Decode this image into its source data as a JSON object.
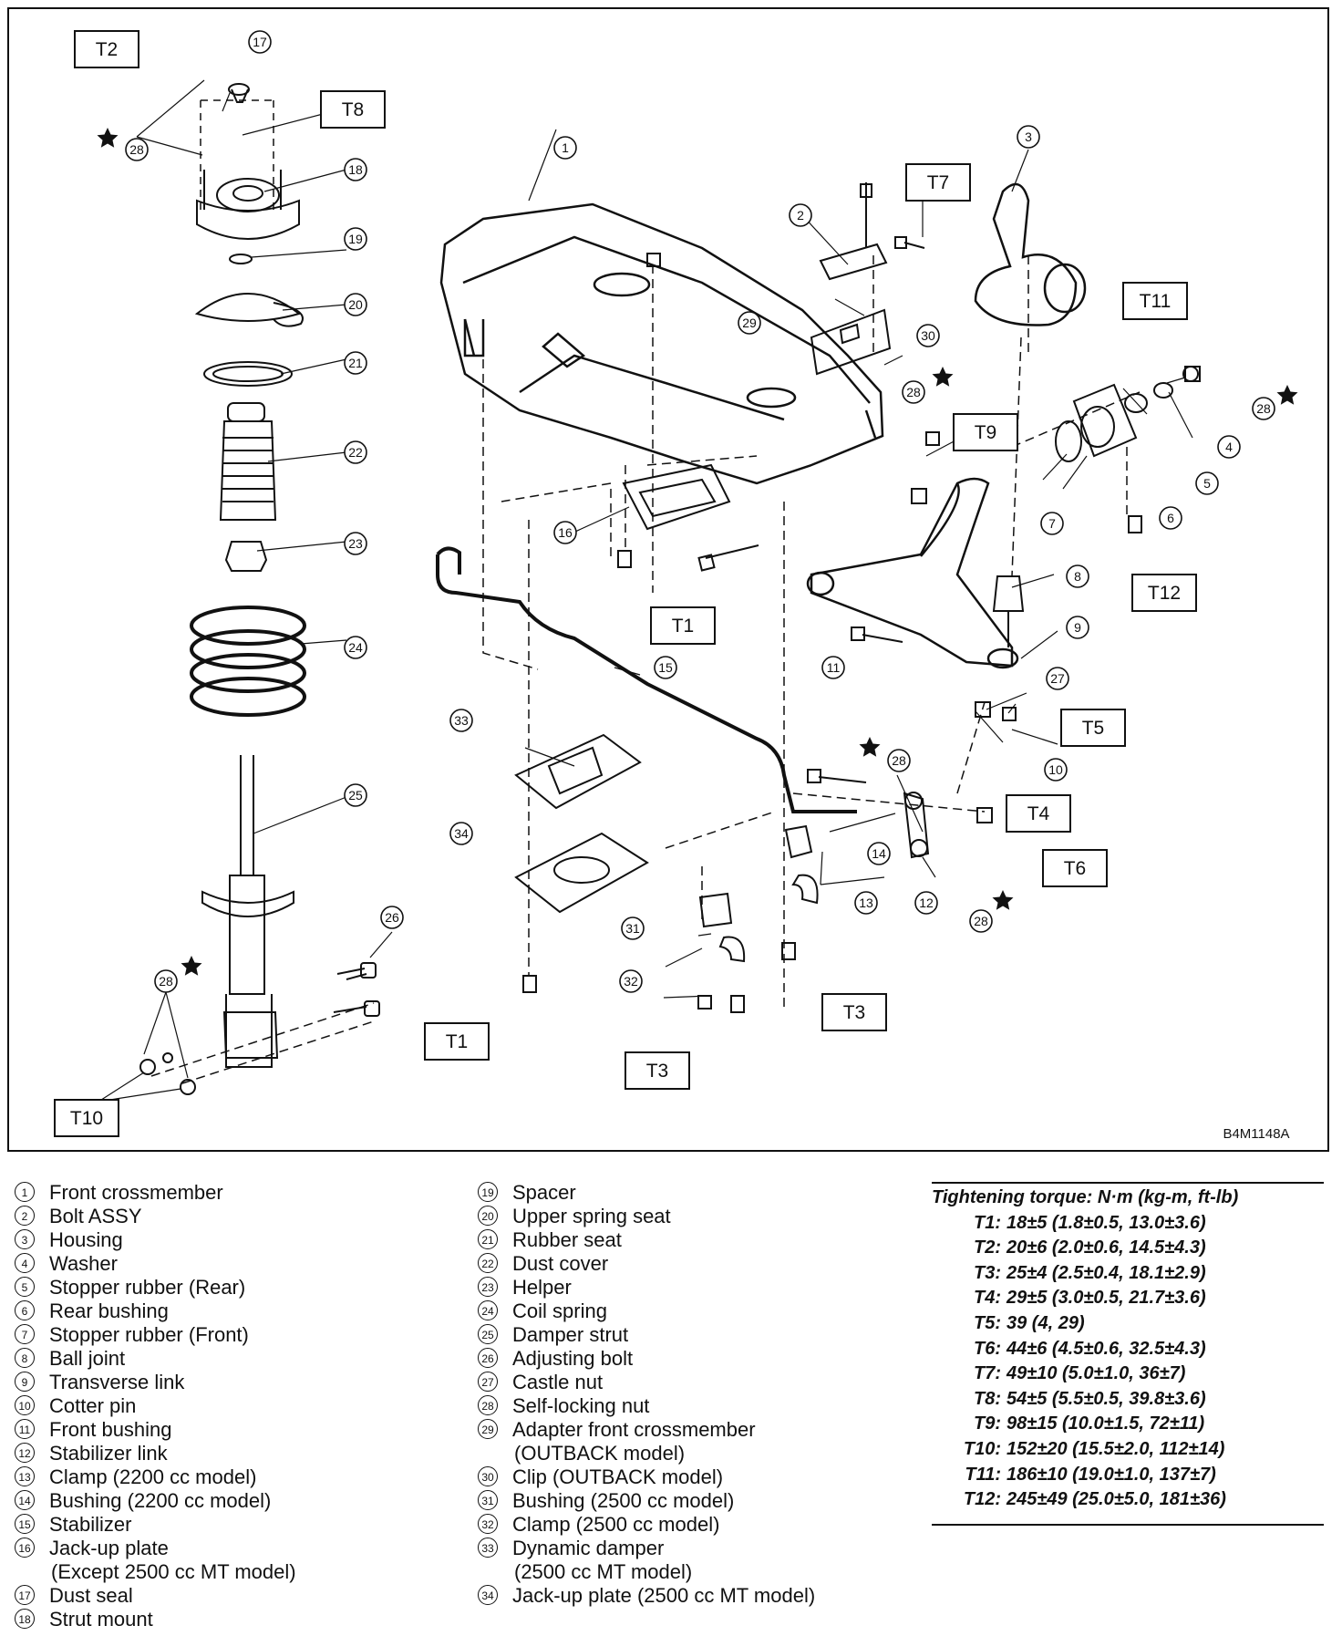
{
  "diagram": {
    "code": "B4M1148A",
    "callouts": [
      "1",
      "2",
      "3",
      "4",
      "5",
      "6",
      "7",
      "8",
      "9",
      "10",
      "11",
      "12",
      "13",
      "14",
      "15",
      "16",
      "17",
      "18",
      "19",
      "20",
      "21",
      "22",
      "23",
      "24",
      "25",
      "26",
      "27",
      "28",
      "29",
      "30",
      "31",
      "32",
      "33",
      "34"
    ],
    "torque_boxes": [
      "T1",
      "T2",
      "T3",
      "T4",
      "T5",
      "T6",
      "T7",
      "T8",
      "T9",
      "T10",
      "T11",
      "T12"
    ]
  },
  "legend": [
    {
      "num": "1",
      "text": "Front crossmember"
    },
    {
      "num": "2",
      "text": "Bolt ASSY"
    },
    {
      "num": "3",
      "text": "Housing"
    },
    {
      "num": "4",
      "text": "Washer"
    },
    {
      "num": "5",
      "text": "Stopper rubber (Rear)"
    },
    {
      "num": "6",
      "text": "Rear bushing"
    },
    {
      "num": "7",
      "text": "Stopper rubber (Front)"
    },
    {
      "num": "8",
      "text": "Ball joint"
    },
    {
      "num": "9",
      "text": "Transverse link"
    },
    {
      "num": "10",
      "text": "Cotter pin"
    },
    {
      "num": "11",
      "text": "Front bushing"
    },
    {
      "num": "12",
      "text": "Stabilizer link"
    },
    {
      "num": "13",
      "text": "Clamp (2200 cc model)"
    },
    {
      "num": "14",
      "text": "Bushing (2200 cc model)"
    },
    {
      "num": "15",
      "text": "Stabilizer"
    },
    {
      "num": "16",
      "text": "Jack-up plate",
      "cont": "(Except 2500 cc MT model)"
    },
    {
      "num": "17",
      "text": "Dust seal"
    },
    {
      "num": "18",
      "text": "Strut mount"
    },
    {
      "num": "19",
      "text": "Spacer"
    },
    {
      "num": "20",
      "text": "Upper spring seat"
    },
    {
      "num": "21",
      "text": "Rubber seat"
    },
    {
      "num": "22",
      "text": "Dust cover"
    },
    {
      "num": "23",
      "text": "Helper"
    },
    {
      "num": "24",
      "text": "Coil spring"
    },
    {
      "num": "25",
      "text": "Damper strut"
    },
    {
      "num": "26",
      "text": "Adjusting bolt"
    },
    {
      "num": "27",
      "text": "Castle nut"
    },
    {
      "num": "28",
      "text": "Self-locking nut"
    },
    {
      "num": "29",
      "text": "Adapter front crossmember",
      "cont": "(OUTBACK model)"
    },
    {
      "num": "30",
      "text": "Clip (OUTBACK model)"
    },
    {
      "num": "31",
      "text": "Bushing (2500 cc model)"
    },
    {
      "num": "32",
      "text": "Clamp (2500 cc model)"
    },
    {
      "num": "33",
      "text": "Dynamic damper",
      "cont": "(2500 cc MT model)"
    },
    {
      "num": "34",
      "text": "Jack-up plate (2500 cc MT model)"
    }
  ],
  "torque": {
    "title": "Tightening torque: N·m (kg-m, ft-lb)",
    "rows": [
      {
        "key": "T1:",
        "value": "18±5 (1.8±0.5, 13.0±3.6)"
      },
      {
        "key": "T2:",
        "value": "20±6 (2.0±0.6, 14.5±4.3)"
      },
      {
        "key": "T3:",
        "value": "25±4 (2.5±0.4, 18.1±2.9)"
      },
      {
        "key": "T4:",
        "value": "29±5 (3.0±0.5, 21.7±3.6)"
      },
      {
        "key": "T5:",
        "value": "39 (4, 29)"
      },
      {
        "key": "T6:",
        "value": "44±6 (4.5±0.6, 32.5±4.3)"
      },
      {
        "key": "T7:",
        "value": "49±10 (5.0±1.0, 36±7)"
      },
      {
        "key": "T8:",
        "value": "54±5 (5.5±0.5, 39.8±3.6)"
      },
      {
        "key": "T9:",
        "value": "98±15 (10.0±1.5, 72±11)"
      },
      {
        "key": "T10:",
        "value": "152±20 (15.5±2.0, 112±14)"
      },
      {
        "key": "T11:",
        "value": "186±10 (19.0±1.0, 137±7)"
      },
      {
        "key": "T12:",
        "value": "245±49 (25.0±5.0, 181±36)"
      }
    ]
  }
}
